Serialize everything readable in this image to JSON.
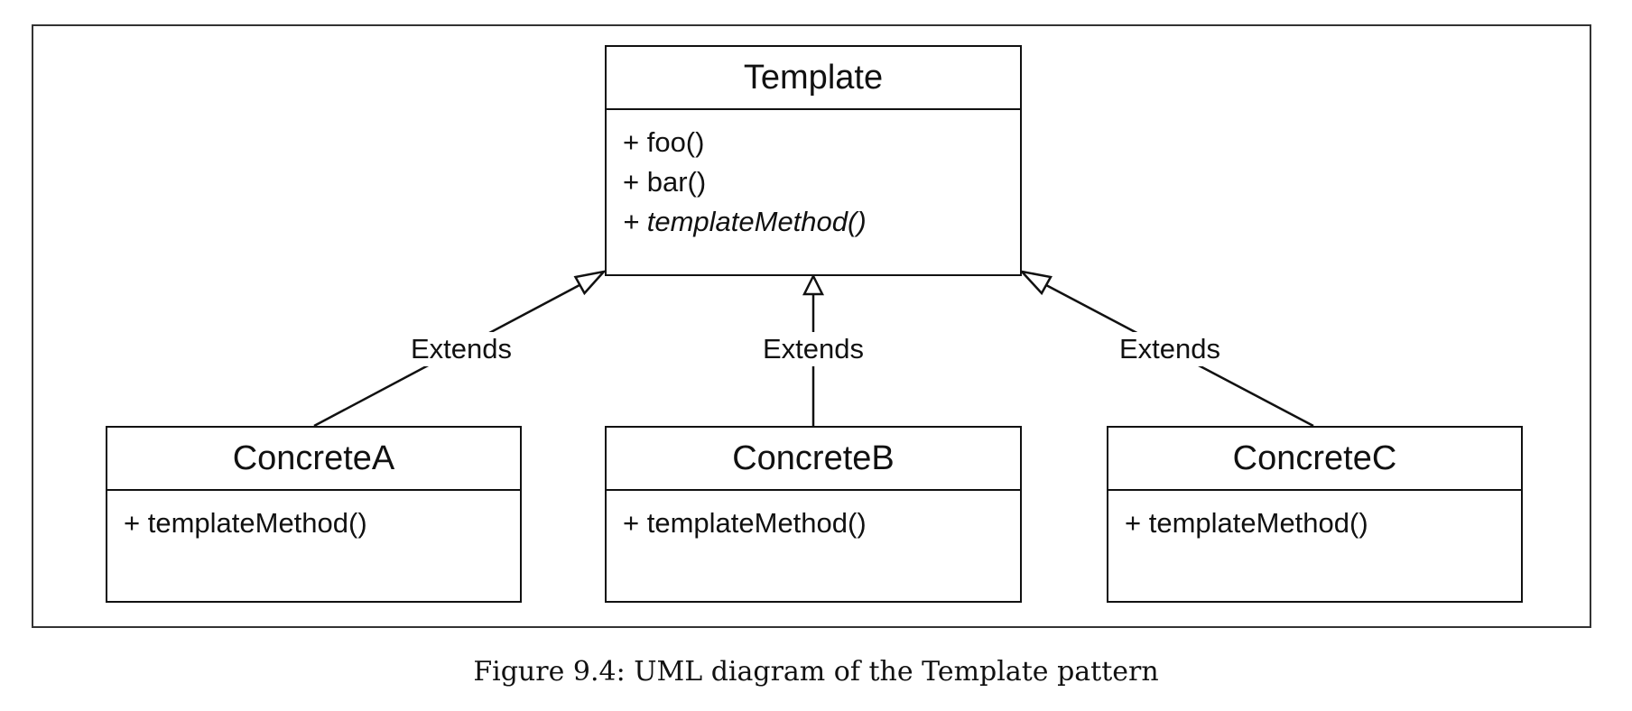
{
  "template": {
    "name": "Template",
    "operations": [
      {
        "text": "+ foo()",
        "abstract": false
      },
      {
        "text": "+ bar()",
        "abstract": false
      },
      {
        "text": "+ templateMethod()",
        "abstract": true
      }
    ]
  },
  "concrete_a": {
    "name": "ConcreteA",
    "operations": [
      {
        "text": "+ templateMethod()"
      }
    ]
  },
  "concrete_b": {
    "name": "ConcreteB",
    "operations": [
      {
        "text": "+ templateMethod()"
      }
    ]
  },
  "concrete_c": {
    "name": "ConcreteC",
    "operations": [
      {
        "text": "+ templateMethod()"
      }
    ]
  },
  "edges": [
    {
      "label": "Extends"
    },
    {
      "label": "Extends"
    },
    {
      "label": "Extends"
    }
  ],
  "caption": "Figure 9.4: UML diagram of the Template pattern"
}
